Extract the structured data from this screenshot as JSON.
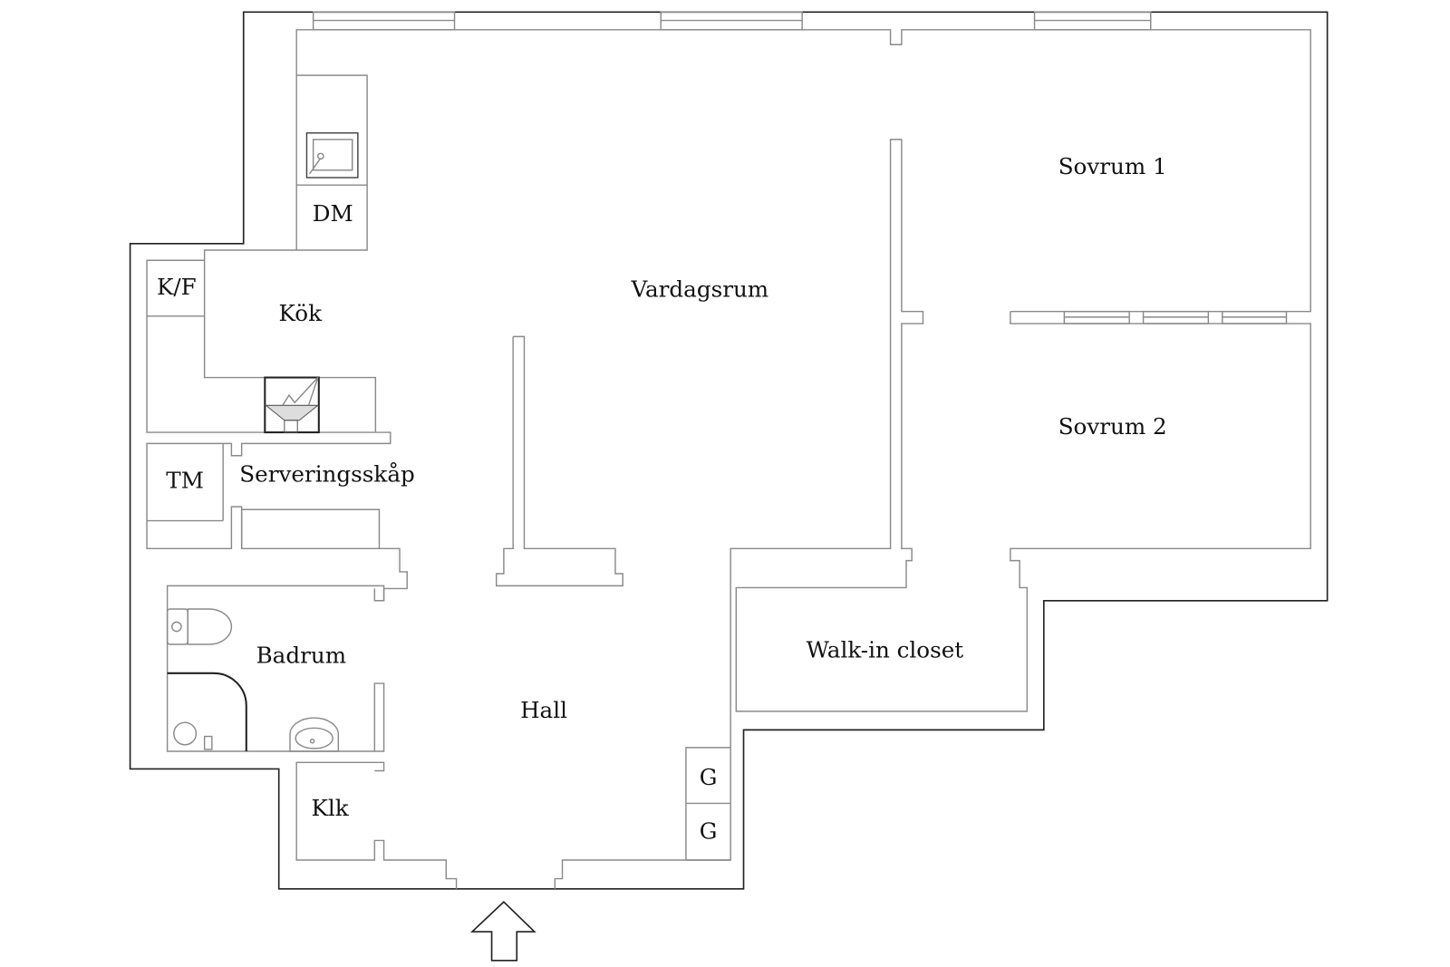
{
  "plan": {
    "rooms": {
      "vardagsrum": "Vardagsrum",
      "sovrum1": "Sovrum 1",
      "sovrum2": "Sovrum 2",
      "kok": "Kök",
      "badrum": "Badrum",
      "hall": "Hall",
      "klk": "Klk",
      "walkin": "Walk-in closet",
      "servering": "Serveringsskåp"
    },
    "fixtures": {
      "dm": "DM",
      "kf": "K/F",
      "tm": "TM",
      "g1": "G",
      "g2": "G"
    },
    "colors": {
      "wall": "#8a8a8a",
      "outer": "#222222"
    }
  }
}
